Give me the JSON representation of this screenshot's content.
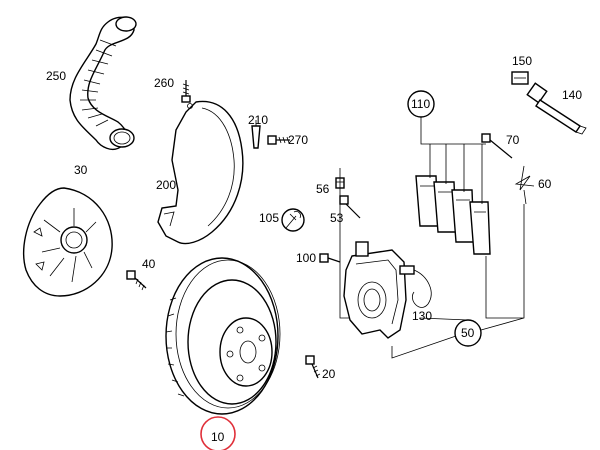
{
  "highlight_color": "#e0303a",
  "labels": {
    "p10": "10",
    "p20": "20",
    "p30": "30",
    "p40": "40",
    "p50": "50",
    "p53": "53",
    "p56": "56",
    "p60": "60",
    "p70": "70",
    "p100": "100",
    "p105": "105",
    "p110": "110",
    "p130": "130",
    "p140": "140",
    "p150": "150",
    "p200": "200",
    "p210": "210",
    "p250": "250",
    "p260": "260",
    "p270": "270"
  }
}
